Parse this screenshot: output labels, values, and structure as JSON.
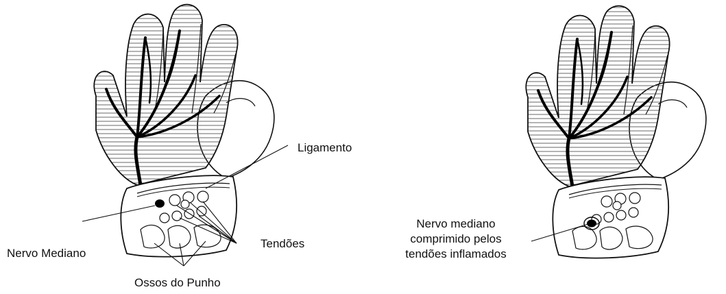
{
  "labels": {
    "ligamento": "Ligamento",
    "nervo_mediano": "Nervo Mediano",
    "tendoes": "Tendões",
    "ossos_do_punho": "Ossos do Punho",
    "comprimido_line1": "Nervo mediano",
    "comprimido_line2": "comprimido pelos",
    "comprimido_line3": "tendões inflamados"
  },
  "colors": {
    "ink": "#111111",
    "hatch": "#555555",
    "nerve": "#000000",
    "background": "#ffffff"
  }
}
